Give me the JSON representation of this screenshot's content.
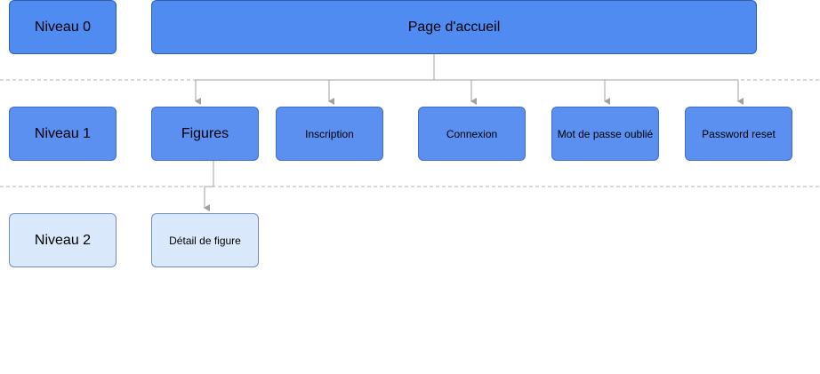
{
  "levels": [
    {
      "label": "Niveau 0",
      "fill": "#4f8bf1"
    },
    {
      "label": "Niveau 1",
      "fill": "#5b8ff0"
    },
    {
      "label": "Niveau 2",
      "fill": "#dae8fc"
    }
  ],
  "nodes": {
    "home": "Page d'accueil",
    "figures": "Figures",
    "inscription": "Inscription",
    "connexion": "Connexion",
    "forgot": "Mot de passe oublié",
    "reset": "Password reset",
    "detail": "Détail de figure"
  },
  "colors": {
    "connector": "#a0a0a0",
    "separator": "#b0b0b0"
  }
}
